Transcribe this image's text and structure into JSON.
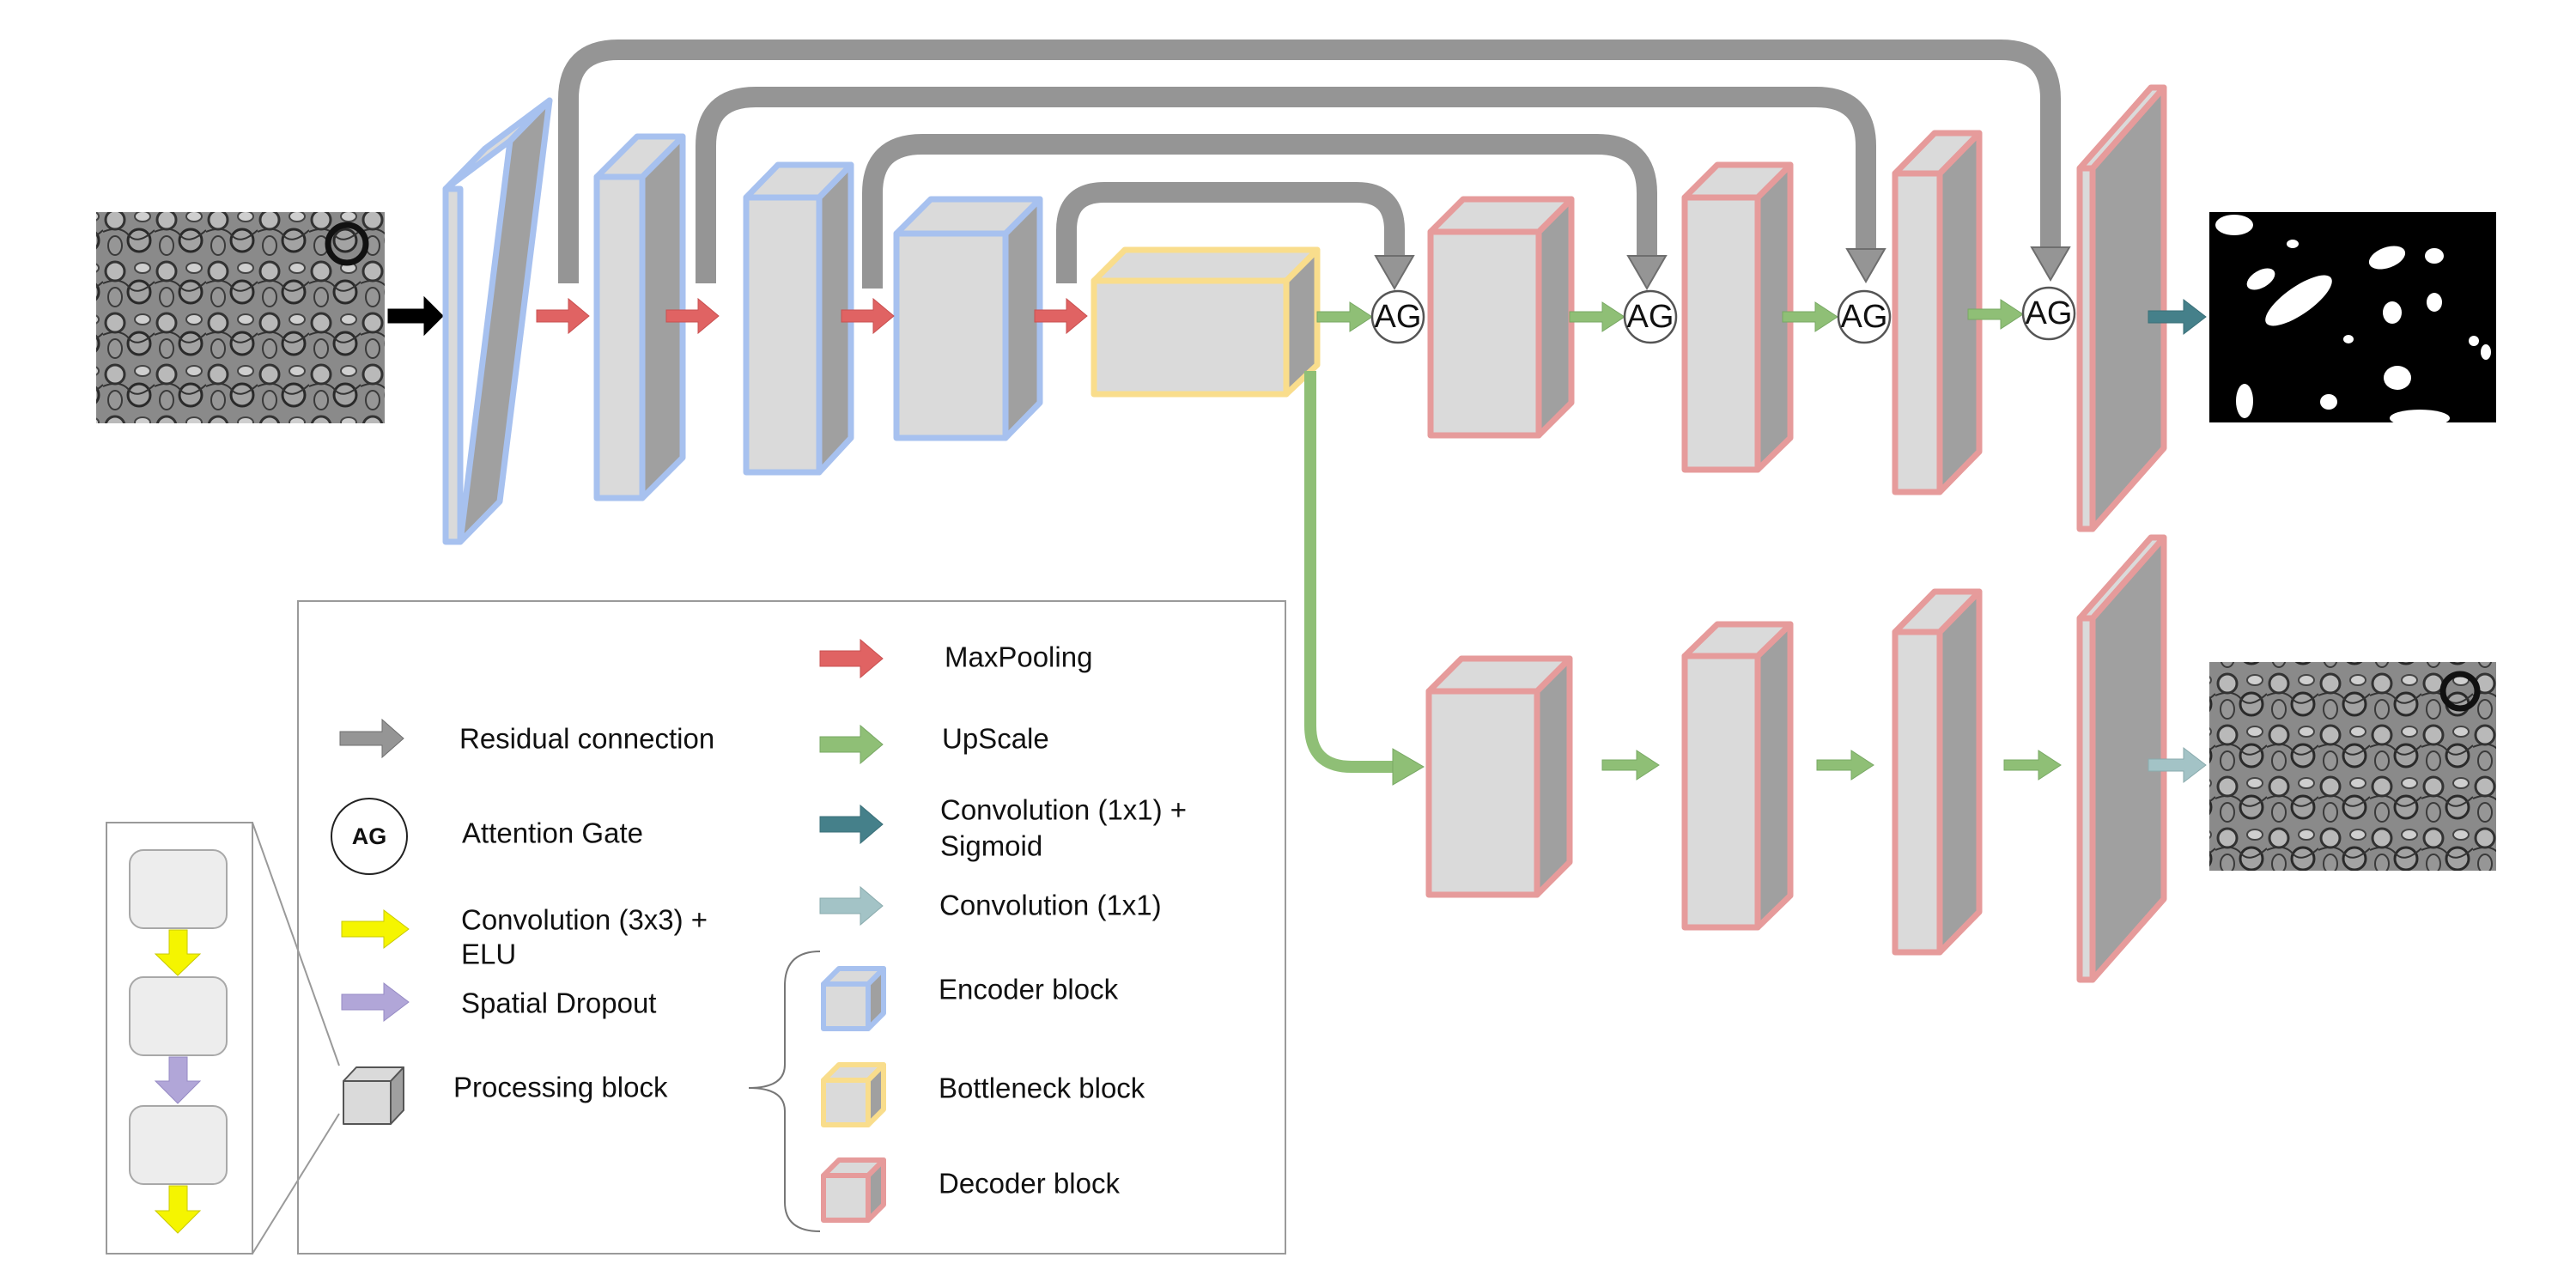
{
  "colors": {
    "encoder": "#a7c1ef",
    "bottleneck": "#f9dd8c",
    "decoder": "#e69b9b",
    "block_fill": "#dadada",
    "block_side": "#a0a0a0",
    "residual": "#959595",
    "maxpool": "#e06363",
    "upscale": "#8fbf76",
    "conv_sigmoid": "#45808a",
    "conv_1x1": "#a3c3c6",
    "conv_elu": "#f5f500",
    "spatial_dropout": "#b1a6d8"
  },
  "images": {
    "input": "em-microscopy-input-image",
    "segmentation_output": "binary-segmentation-mask",
    "reconstruction_output": "em-microscopy-reconstruction-image"
  },
  "attention_gates": [
    "AG",
    "AG",
    "AG",
    "AG"
  ],
  "legend": {
    "residual": "Residual connection",
    "ag_symbol": "AG",
    "attention_gate": "Attention Gate",
    "conv_elu_line1": "Convolution (3x3) +",
    "conv_elu_line2": "ELU",
    "spatial_dropout": "Spatial Dropout",
    "processing_block": "Processing block",
    "maxpooling": "MaxPooling",
    "upscale": "UpScale",
    "conv_sigmoid_line1": "Convolution (1x1) +",
    "conv_sigmoid_line2": "Sigmoid",
    "conv_1x1": "Convolution (1x1)",
    "encoder_block": "Encoder block",
    "bottleneck_block": "Bottleneck block",
    "decoder_block": "Decoder block"
  }
}
